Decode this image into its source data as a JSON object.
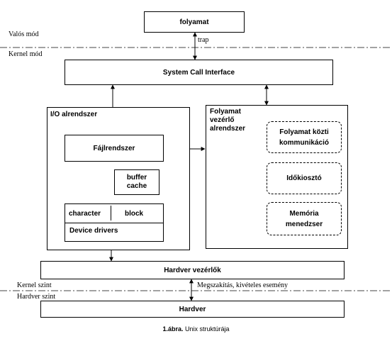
{
  "zones": {
    "user_mode": "Valós mód",
    "kernel_mode": "Kernel mód",
    "kernel_level": "Kernel szint",
    "hardware_level": "Hardver szint"
  },
  "boxes": {
    "process": "folyamat",
    "syscall": "System Call Interface",
    "io": "I/O alrendszer",
    "filesystem": "Fájlrendszer",
    "buffer_cache": "buffer cache",
    "character": "character",
    "block": "block",
    "device_drivers": "Device drivers",
    "process_control": "Folyamat vezérlő alrendszer",
    "ipc": "Folyamat közti kommunikáció",
    "scheduler": "Időkiosztó",
    "memory_mgr": "Memória menedzser",
    "hw_control": "Hardver vezérlők",
    "hardware": "Hardver"
  },
  "arrow_labels": {
    "trap": "trap",
    "interrupts": "Megszakítás, kivételes esemény"
  },
  "caption": {
    "number": "1.ábra.",
    "text": "Unix struktúrája"
  }
}
